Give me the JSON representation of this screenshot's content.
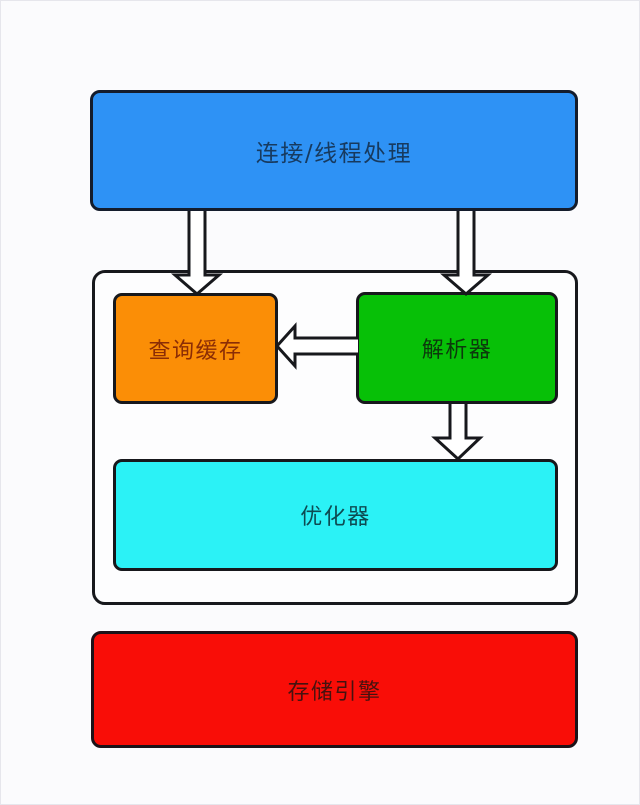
{
  "diagram": {
    "canvas": {
      "background": "#fbfbfd",
      "frame_color": "#e6e6ec",
      "outline_color": "#17181c",
      "arrow_fill": "#ffffff"
    },
    "nodes": {
      "connection": {
        "label": "连接/线程处理",
        "fill": "#2e92f5",
        "text_color": "#173a5f"
      },
      "query_cache": {
        "label": "查询缓存",
        "fill": "#fb8e06",
        "text_color": "#8b2d05"
      },
      "parser": {
        "label": "解析器",
        "fill": "#07c007",
        "text_color": "#0c3a0c"
      },
      "optimizer": {
        "label": "优化器",
        "fill": "#2bf2f6",
        "text_color": "#0d4b52"
      },
      "storage_engine": {
        "label": "存储引擎",
        "fill": "#f90d07",
        "text_color": "#46120f"
      }
    },
    "edges": [
      {
        "from": "连接/线程处理",
        "to": "查询缓存",
        "direction": "down"
      },
      {
        "from": "连接/线程处理",
        "to": "解析器",
        "direction": "down"
      },
      {
        "from": "解析器",
        "to": "查询缓存",
        "direction": "left"
      },
      {
        "from": "解析器",
        "to": "优化器",
        "direction": "down"
      }
    ]
  }
}
